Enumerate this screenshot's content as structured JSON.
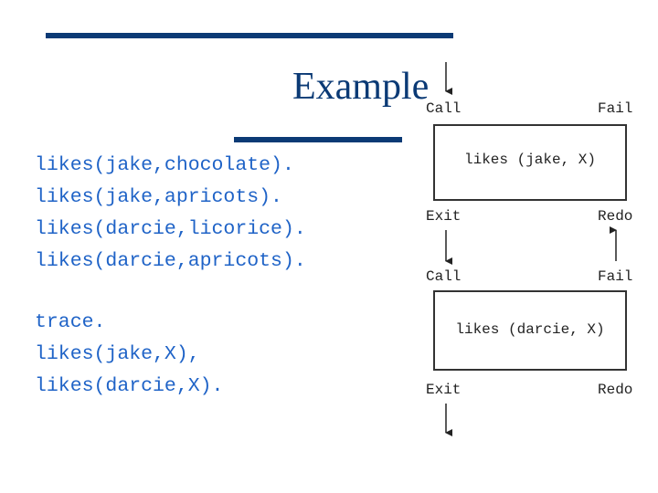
{
  "slide": {
    "title": "Example",
    "facts": [
      "likes(jake,chocolate).",
      "likes(jake,apricots).",
      "likes(darcie,licorice).",
      "likes(darcie,apricots)."
    ],
    "query": [
      "trace.",
      "likes(jake,X),",
      "likes(darcie,X)."
    ]
  },
  "diagram": {
    "box1": {
      "label": "likes (jake, X)",
      "call": "Call",
      "fail": "Fail",
      "exit": "Exit",
      "redo": "Redo"
    },
    "box2": {
      "label": "likes (darcie, X)",
      "call": "Call",
      "fail": "Fail",
      "exit": "Exit",
      "redo": "Redo"
    }
  },
  "colors": {
    "rule": "#0b3a75",
    "code": "#1f63c7",
    "title": "#0b3a75"
  }
}
